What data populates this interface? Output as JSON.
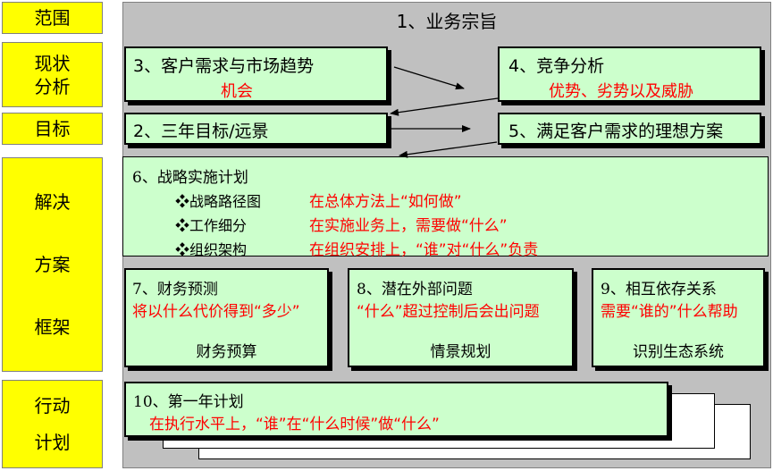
{
  "sidebar": {
    "scope": "范围",
    "status_line1": "现状",
    "status_line2": "分析",
    "goals": "目标",
    "solution_line1": "解决",
    "solution_line2": "方案",
    "solution_line3": "框架",
    "action_line1": "行动",
    "action_line2": "计划"
  },
  "header": {
    "title": "1、业务宗旨"
  },
  "boxes": {
    "b3": {
      "title": "3、客户需求与市场趋势",
      "sub": "机会"
    },
    "b4": {
      "title": "4、竞争分析",
      "sub": "优势、劣势以及威胁"
    },
    "b2": {
      "title": "2、三年目标/远景"
    },
    "b5": {
      "title": "5、满足客户需求的理想方案"
    },
    "b6": {
      "title": "6、战略实施计划",
      "items": [
        {
          "k": "❖战略路径图",
          "v": "在总体方法上“如何做”"
        },
        {
          "k": "❖工作细分",
          "v": "在实施业务上，需要做“什么”"
        },
        {
          "k": "❖组织架构",
          "v": "在组织安排上，“谁”对“什么”负责"
        }
      ]
    },
    "b7": {
      "title": "7、财务预测",
      "sub": "将以什么代价得到“多少”",
      "foot": "财务预算"
    },
    "b8": {
      "title": "8、潜在外部问题",
      "sub": "“什么”超过控制后会出问题",
      "foot": "情景规划"
    },
    "b9": {
      "title": "9、相互依存关系",
      "sub": "需要“谁的”什么帮助",
      "foot": "识别生态系统"
    },
    "b10": {
      "title": "10、第一年计划",
      "sub": "在执行水平上，“谁”在“什么时候”做“什么”"
    }
  },
  "colors": {
    "yellow": "#ffff00",
    "green": "#ccffcc",
    "gray": "#c0c0c0",
    "red": "#ff0000"
  }
}
